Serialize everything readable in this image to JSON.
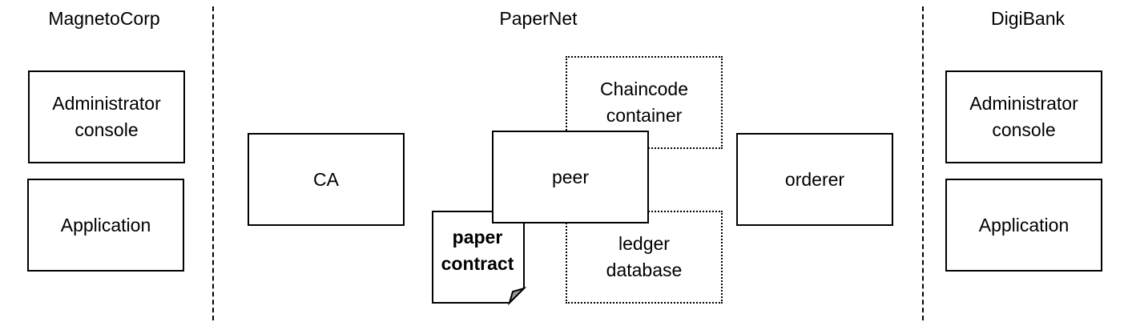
{
  "sections": {
    "left": "MagnetoCorp",
    "middle": "PaperNet",
    "right": "DigiBank"
  },
  "magnetocorp": {
    "admin_line1": "Administrator",
    "admin_line2": "console",
    "application": "Application"
  },
  "papernet": {
    "ca": "CA",
    "peer": "peer",
    "orderer": "orderer",
    "chaincode_line1": "Chaincode",
    "chaincode_line2": "container",
    "ledger_line1": "ledger",
    "ledger_line2": "database",
    "contract_line1": "paper",
    "contract_line2": "contract"
  },
  "digibank": {
    "admin_line1": "Administrator",
    "admin_line2": "console",
    "application": "Application"
  }
}
